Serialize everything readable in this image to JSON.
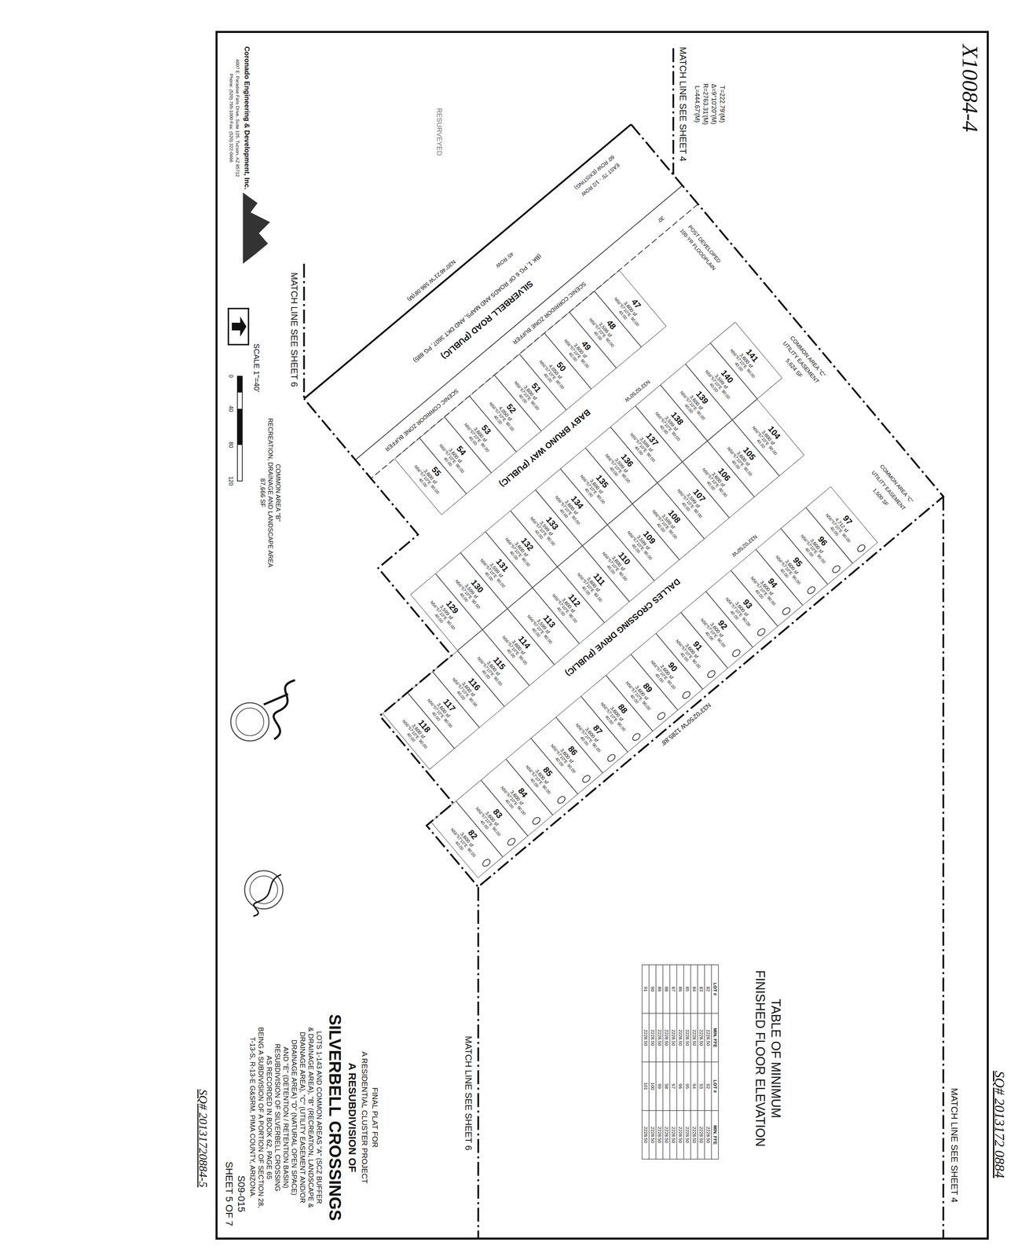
{
  "diagram": {
    "title": "SILVERBELL CROSSINGS",
    "nodes": [
      {
        "text": [
          "47",
          "3,600 sf",
          "N56°57'10\"E",
          "90.00",
          "40.00"
        ]
      },
      {
        "text": [
          "48",
          "3,599 sf",
          "N56°57'10\"E",
          "90.00",
          "40.00"
        ]
      },
      {
        "text": [
          "49",
          "3,600 sf",
          "N56°57'10\"E",
          "90.00",
          "40.00"
        ]
      },
      {
        "text": [
          "50",
          "4,050 sf",
          "N56°57'10\"E",
          "90.00",
          "40.00"
        ]
      },
      {
        "text": [
          "51",
          "3,600 sf",
          "N56°57'10\"E",
          "90.00",
          "40.00"
        ]
      },
      {
        "text": [
          "52",
          "4,050 sf",
          "N56°57'10\"E",
          "90.00",
          "40.00"
        ]
      },
      {
        "text": [
          "53",
          "3,600 sf",
          "N56°57'10\"E",
          "90.00",
          "40.00"
        ]
      },
      {
        "text": [
          "54",
          "3,600 sf",
          "N56°57'10\"E",
          "90.00",
          "40.00"
        ]
      },
      {
        "text": [
          "55",
          "3,600 sf",
          "N56°57'10\"E",
          "90.00",
          "40.00"
        ]
      },
      {
        "text": [
          "141",
          "3,600 sf",
          "N56°57'10\"E",
          "90.00",
          "40.00"
        ]
      },
      {
        "text": [
          "140",
          "3,599 sf",
          "N56°57'10\"E",
          "90.00",
          "40.00"
        ]
      },
      {
        "text": [
          "139",
          "3,600 sf",
          "N56°57'10\"E",
          "90.00",
          "40.00"
        ]
      },
      {
        "text": [
          "138",
          "3,599 sf",
          "N56°57'10\"E",
          "90.00",
          "40.00"
        ]
      },
      {
        "text": [
          "137",
          "3,599 sf",
          "N56°57'10\"E",
          "90.00",
          "40.00"
        ]
      },
      {
        "text": [
          "136",
          "3,599 sf",
          "N56°57'10\"E",
          "90.00",
          "40.00"
        ]
      },
      {
        "text": [
          "135",
          "3,600 sf",
          "N56°57'10\"E",
          "90.00",
          "40.00"
        ]
      },
      {
        "text": [
          "134",
          "3,600 sf",
          "N56°57'10\"E",
          "90.00",
          "40.00"
        ]
      },
      {
        "text": [
          "133",
          "3,599 sf",
          "N56°57'10\"E",
          "90.00",
          "40.00"
        ]
      },
      {
        "text": [
          "132",
          "3,600 sf",
          "N56°57'10\"E",
          "90.00",
          "40.00"
        ]
      },
      {
        "text": [
          "131",
          "3,599 sf",
          "N56°57'10\"E",
          "90.00",
          "40.00"
        ]
      },
      {
        "text": [
          "130",
          "3,599 sf",
          "N56°57'10\"E",
          "90.00",
          "40.00"
        ]
      },
      {
        "text": [
          "129",
          "3,599 sf",
          "N56°57'10\"E",
          "90.00",
          "40.00"
        ]
      },
      {
        "text": [
          "104",
          "3,600 sf",
          "N56°57'10\"E",
          "90.00",
          "40.00"
        ]
      },
      {
        "text": [
          "105",
          "3,600 sf",
          "N56°57'10\"E",
          "90.00",
          "40.00"
        ]
      },
      {
        "text": [
          "106",
          "3,600 sf",
          "N56°57'10\"E",
          "90.00",
          "40.00"
        ]
      },
      {
        "text": [
          "107",
          "3,599 sf",
          "N56°57'10\"E",
          "90.00",
          "40.00"
        ]
      },
      {
        "text": [
          "108",
          "3,599 sf",
          "N56°57'10\"E",
          "90.00",
          "40.00"
        ]
      },
      {
        "text": [
          "109",
          "3,599 sf",
          "N56°57'10\"E",
          "90.00",
          "40.00"
        ]
      },
      {
        "text": [
          "110",
          "3,600 sf",
          "N56°57'10\"E",
          "90.00",
          "40.00"
        ]
      },
      {
        "text": [
          "111",
          "3,600 sf",
          "N56°57'10\"E",
          "90.00",
          "40.00"
        ]
      },
      {
        "text": [
          "112",
          "3,600 sf",
          "N56°57'10\"E",
          "90.00",
          "40.00"
        ]
      },
      {
        "text": [
          "113",
          "3,599 sf",
          "N56°57'10\"E",
          "90.00",
          "40.00"
        ]
      },
      {
        "text": [
          "114",
          "3,600 sf",
          "N56°57'10\"E",
          "90.00",
          "40.00"
        ]
      },
      {
        "text": [
          "115",
          "3,600 sf",
          "N56°57'10\"E",
          "90.00",
          "40.00"
        ]
      },
      {
        "text": [
          "116",
          "3,600 sf",
          "N56°57'10\"E",
          "90.00",
          "40.00"
        ]
      },
      {
        "text": [
          "117",
          "3,600 sf",
          "N56°57'10\"E",
          "90.00",
          "40.00"
        ]
      },
      {
        "text": [
          "118",
          "3,600 sf",
          "N56°57'10\"E",
          "90.00",
          "40.00"
        ]
      },
      {
        "text": [
          "97",
          "4,712 sf",
          "N56°57'10\"E",
          "90.00",
          "40.00"
        ]
      },
      {
        "text": [
          "96",
          "3,600 sf",
          "N56°57'10\"E",
          "90.00",
          "40.00"
        ]
      },
      {
        "text": [
          "95",
          "3,600 sf",
          "N56°57'10\"E",
          "90.00",
          "40.00"
        ]
      },
      {
        "text": [
          "94",
          "3,600 sf",
          "N56°57'10\"E",
          "90.00",
          "40.00"
        ]
      },
      {
        "text": [
          "93",
          "3,600 sf",
          "N56°57'10\"E",
          "90.00",
          "40.00"
        ]
      },
      {
        "text": [
          "92",
          "3,600 sf",
          "N56°57'10\"E",
          "90.00",
          "40.00"
        ]
      },
      {
        "text": [
          "91",
          "3,600 sf",
          "N56°57'10\"E",
          "90.00",
          "40.00"
        ]
      },
      {
        "text": [
          "90",
          "3,600 sf",
          "N56°57'10\"E",
          "90.00",
          "40.00"
        ]
      },
      {
        "text": [
          "89",
          "3,600 sf",
          "N56°57'10\"E",
          "90.00",
          "40.00"
        ]
      },
      {
        "text": [
          "88",
          "3,600 sf",
          "N56°57'10\"E",
          "90.00",
          "40.00"
        ]
      },
      {
        "text": [
          "87",
          "3,600 sf",
          "N56°57'10\"E",
          "90.00",
          "40.00"
        ]
      },
      {
        "text": [
          "86",
          "3,600 sf",
          "N56°57'10\"E",
          "90.00",
          "40.00"
        ]
      },
      {
        "text": [
          "85",
          "3,600 sf",
          "N56°57'10\"E",
          "90.00",
          "40.00"
        ]
      },
      {
        "text": [
          "84",
          "3,600 sf",
          "N56°57'10\"E",
          "90.00",
          "40.00"
        ]
      },
      {
        "text": [
          "83",
          "3,600 sf",
          "N56°57'10\"E",
          "90.00",
          "40.00"
        ]
      },
      {
        "text": [
          "82",
          "3,600 sf",
          "N56°57'10\"E",
          "90.00",
          "40.00"
        ]
      }
    ],
    "labels": [
      "X10084-4",
      "SQ# 2013172 0884",
      "MATCH LINE SEE SHEET 4",
      "MATCH LINE SEE SHEET 4",
      "MATCH LINE SEE SHEET 6",
      "MATCH LINE SEE SHEET 6",
      "L=444.67'(M)",
      "R=2763.31'(M)",
      "Δ=9°10'20\"(M)",
      "T=222.79'(M)",
      "RESURVEYED",
      "COMMON AREA \"B\"",
      "RECREATION, DRAINAGE AND LANDSCAPE AREA",
      "87,666 SF",
      "SCALE 1\"=40'",
      "0",
      "40",
      "80",
      "120",
      "Coronado Engineering & Development, Inc.",
      "4007 E. Paradise Falls Drive, Suite 125, Tucson, AZ 85712",
      "Phone: (520) 795-1000 Fax: (520) 322-0466",
      "TABLE OF MINIMUM",
      "FINISHED FLOOR ELEVATION",
      "LOT #",
      "MIN. FFE",
      "LOT #",
      "MIN. FFE",
      "82",
      "2228.50",
      "92",
      "2228.50",
      "83",
      "2228.50",
      "93",
      "2228.50",
      "84",
      "2228.50",
      "94",
      "2228.50",
      "85",
      "2228.50",
      "95",
      "2228.50",
      "86",
      "2228.50",
      "96",
      "2228.50",
      "87",
      "2228.50",
      "97",
      "2228.50",
      "88",
      "2228.50",
      "98",
      "2228.50",
      "89",
      "2228.50",
      "99",
      "2228.50",
      "90",
      "2228.50",
      "100",
      "2228.50",
      "91",
      "2228.50",
      "101",
      "2228.50",
      "FINAL PLAT FOR",
      "A RESIDENTIAL CLUSTER PROJECT",
      "A RESUBDIVISION OF",
      "LOTS 1-143 AND COMMON AREAS \"A\" (SCZ BUFFER",
      "& DRAINAGE AREA), \"B\" (RECREATION, LANDSCAPE &",
      "DRAINAGE AREA), \"C\" (UTILITY EASEMENT AND/OR",
      "DRAINAGE AREA) \"D\" (NATURAL OPEN SPACE)",
      "AND \"E\" (DETENTION / RETENTION BASIN)",
      "RESUBDIVISION OF SILVERBELL CROSSING",
      "AS RECORDED IN BOOK 62, PAGE 65",
      "BEING A SUBDIVISION OF A PORTION OF SECTION 28,",
      "T-13-S, R-13-E G&SRM, PIMA COUNTY, ARIZONA.",
      "S09-015",
      "SHEET 5 OF 7",
      "SQ# 20131720884-5",
      "BABY BRUNO WAY (PUBLIC)",
      "N33°02'50\"W",
      "DALLES CROSSING DRIVE (PUBLIC)",
      "N33°02'50\"W",
      "SCENIC CORRIDOR ZONE BUFFER",
      "SCENIC CORRIDOR ZONE BUFFER",
      "SILVERBELL ROAD (PUBLIC)",
      "(BK 1, PG 6 OF ROADS AND MAPS, AND DKT 3607, PG 885)",
      "EAST 75' - 1/2 ROW",
      "60' ROW (EXISTING)",
      "45' ROW",
      "30'",
      "N30°46'21\"W 586.08'(M)",
      "COMMON AREA \"C\"",
      "UTILITY EASEMENT",
      "5,624 SF",
      "COMMON AREA \"C\"",
      "UTILITY EASEMENT",
      "1,500 SF",
      "POST DEVELOPED",
      "100-YR FLOODPLAIN",
      "N33°02'50\"W 1285.88'"
    ]
  }
}
